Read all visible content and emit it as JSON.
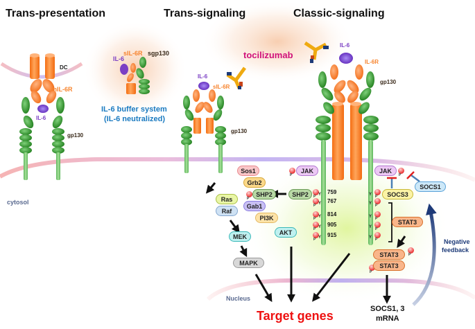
{
  "headings": {
    "trans_presentation": "Trans-presentation",
    "trans_signaling": "Trans-signaling",
    "classic_signaling": "Classic-signaling"
  },
  "labels": {
    "dc": "DC",
    "mil6r": "mIL-6R",
    "il6": "IL-6",
    "gp130": "gp130",
    "sil6r": "sIL-6R",
    "sgp130": "sgp130",
    "il6r": "IL-6R",
    "tocilizumab": "tocilizumab",
    "buffer_line1": "IL-6 buffer system",
    "buffer_line2": "(IL-6 neutralized)",
    "cytosol": "cytosol",
    "nucleus": "Nucleus",
    "target_genes": "Target genes",
    "socs_mrna_line1": "SOCS1, 3",
    "socs_mrna_line2": "mRNA",
    "neg_feedback_line1": "Negative",
    "neg_feedback_line2": "feedback",
    "p": "P",
    "y": "Y"
  },
  "tyrosine_sites": [
    "759",
    "767",
    "814",
    "905",
    "915"
  ],
  "nodes": {
    "sos1": "Sos1",
    "grb2": "Grb2",
    "shp2_left": "SHP2",
    "shp2_right": "SHP2",
    "gab1": "Gab1",
    "pi3k": "PI3K",
    "ras": "Ras",
    "raf": "Raf",
    "mek": "MEK",
    "mapk": "MAPK",
    "akt": "AKT",
    "jak_left": "JAK",
    "jak_right": "JAK",
    "socs3": "SOCS3",
    "socs1": "SOCS1",
    "stat3_monomer": "STAT3",
    "stat3_dimer_top": "STAT3",
    "stat3_dimer_bottom": "STAT3"
  },
  "colors": {
    "il6_purple": "#7b3fc4",
    "receptor_orange": "#f7842e",
    "gp130_green": "#3a9a3a",
    "heading_black": "#111111",
    "tocilizumab_magenta": "#d0117a",
    "buffer_blue": "#1a7ac0",
    "target_red": "#ee1111",
    "feedback_navy": "#1d3a78"
  }
}
